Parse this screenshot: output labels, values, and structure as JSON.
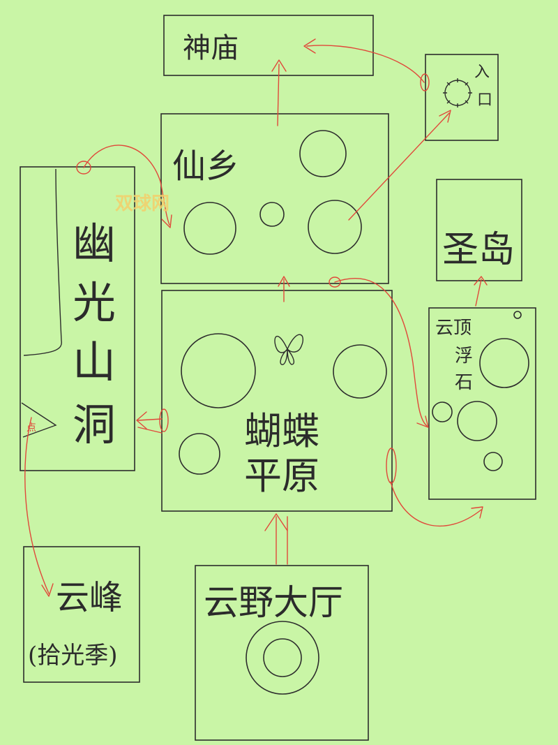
{
  "watermark": "双球网",
  "areas": {
    "shrine": "神庙",
    "prophet": "仙乡",
    "entrance": "入口",
    "valley_cave": "幽光山洞",
    "holy_island": "圣岛",
    "butterfly_plain": "蝴蝶平原",
    "floating_stone": "云顶浮石",
    "cloud_peak": "云峰",
    "cloud_peak_note": "(拾光季)",
    "cloud_hall": "云野大厅",
    "cave_marker": "点"
  }
}
